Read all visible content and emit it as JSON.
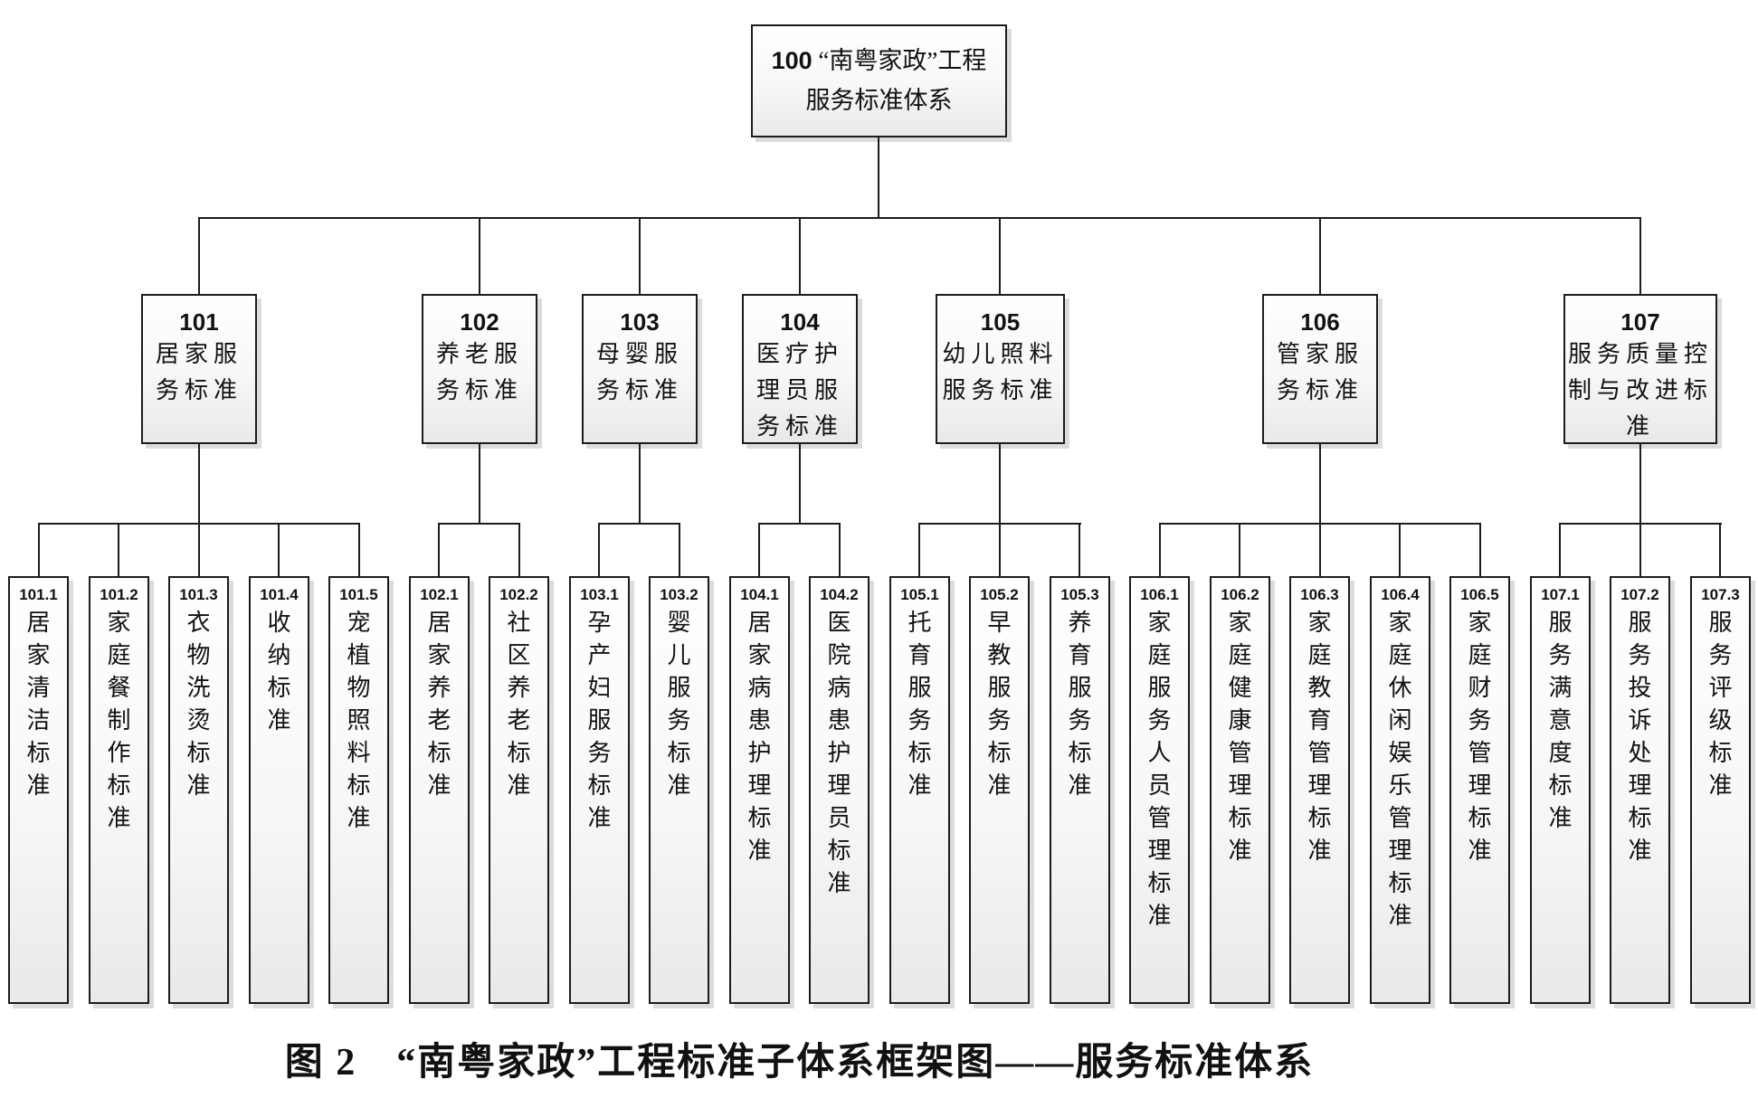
{
  "colors": {
    "box_border": "#1c1c1c",
    "connector": "#1c1c1c",
    "shadow": "#dcdcdc",
    "fill_top": "#ffffff",
    "fill_bottom": "#e9e9e9",
    "text": "#111111"
  },
  "figure": {
    "caption": "图 2　“南粤家政”工程标准子体系框架图——服务标准体系"
  },
  "tree": {
    "root": {
      "code": "100",
      "label": "“南粤家政”工程\n服务标准体系"
    },
    "branches": [
      {
        "code": "101",
        "label": "居家服\n务标准",
        "children": [
          {
            "code": "101.1",
            "label": "居家清洁标准"
          },
          {
            "code": "101.2",
            "label": "家庭餐制作标准"
          },
          {
            "code": "101.3",
            "label": "衣物洗烫标准"
          },
          {
            "code": "101.4",
            "label": "收纳标准"
          },
          {
            "code": "101.5",
            "label": "宠植物照料标准"
          }
        ]
      },
      {
        "code": "102",
        "label": "养老服\n务标准",
        "children": [
          {
            "code": "102.1",
            "label": "居家养老标准"
          },
          {
            "code": "102.2",
            "label": "社区养老标准"
          }
        ]
      },
      {
        "code": "103",
        "label": "母婴服\n务标准",
        "children": [
          {
            "code": "103.1",
            "label": "孕产妇服务标准"
          },
          {
            "code": "103.2",
            "label": "婴儿服务标准"
          }
        ]
      },
      {
        "code": "104",
        "label": "医疗护\n理员服\n务标准",
        "children": [
          {
            "code": "104.1",
            "label": "居家病患护理标准"
          },
          {
            "code": "104.2",
            "label": "医院病患护理员标准"
          }
        ]
      },
      {
        "code": "105",
        "label": "幼儿照料\n服务标准",
        "children": [
          {
            "code": "105.1",
            "label": "托育服务标准"
          },
          {
            "code": "105.2",
            "label": "早教服务标准"
          },
          {
            "code": "105.3",
            "label": "养育服务标准"
          }
        ]
      },
      {
        "code": "106",
        "label": "管家服\n务标准",
        "children": [
          {
            "code": "106.1",
            "label": "家庭服务人员管理标准"
          },
          {
            "code": "106.2",
            "label": "家庭健康管理标准"
          },
          {
            "code": "106.3",
            "label": "家庭教育管理标准"
          },
          {
            "code": "106.4",
            "label": "家庭休闲娱乐管理标准"
          },
          {
            "code": "106.5",
            "label": "家庭财务管理标准"
          }
        ]
      },
      {
        "code": "107",
        "label": "服务质量控\n制与改进标\n准",
        "children": [
          {
            "code": "107.1",
            "label": "服务满意度标准"
          },
          {
            "code": "107.2",
            "label": "服务投诉处理标准"
          },
          {
            "code": "107.3",
            "label": "服务评级标准"
          }
        ]
      }
    ]
  }
}
